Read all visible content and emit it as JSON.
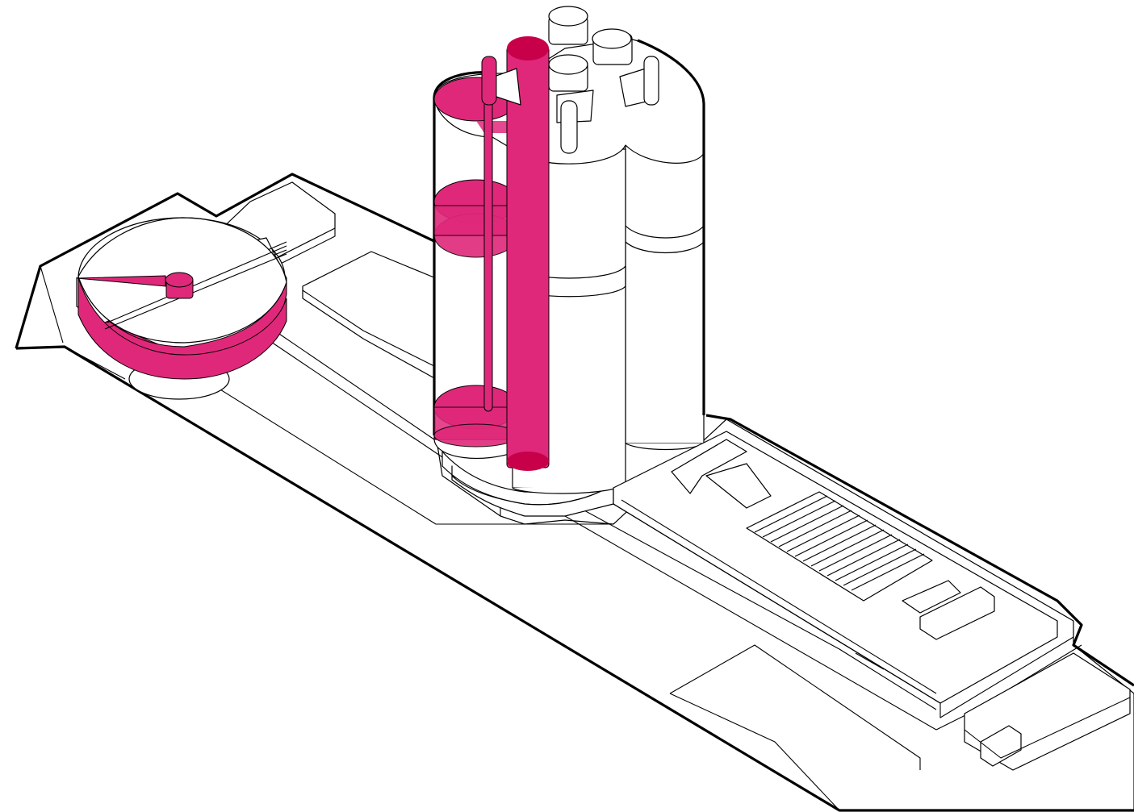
{
  "figure": {
    "kind": "isometric building diagram",
    "colors": {
      "accent": "#E0287A",
      "accent_dark": "#C8004A",
      "line": "#000000",
      "background": "#FFFFFF"
    },
    "highlighted_parts": [
      "vertical-circulation-core",
      "stair-shafts",
      "floor-slabs",
      "dome-section",
      "dome-spire"
    ],
    "visible_text": []
  }
}
